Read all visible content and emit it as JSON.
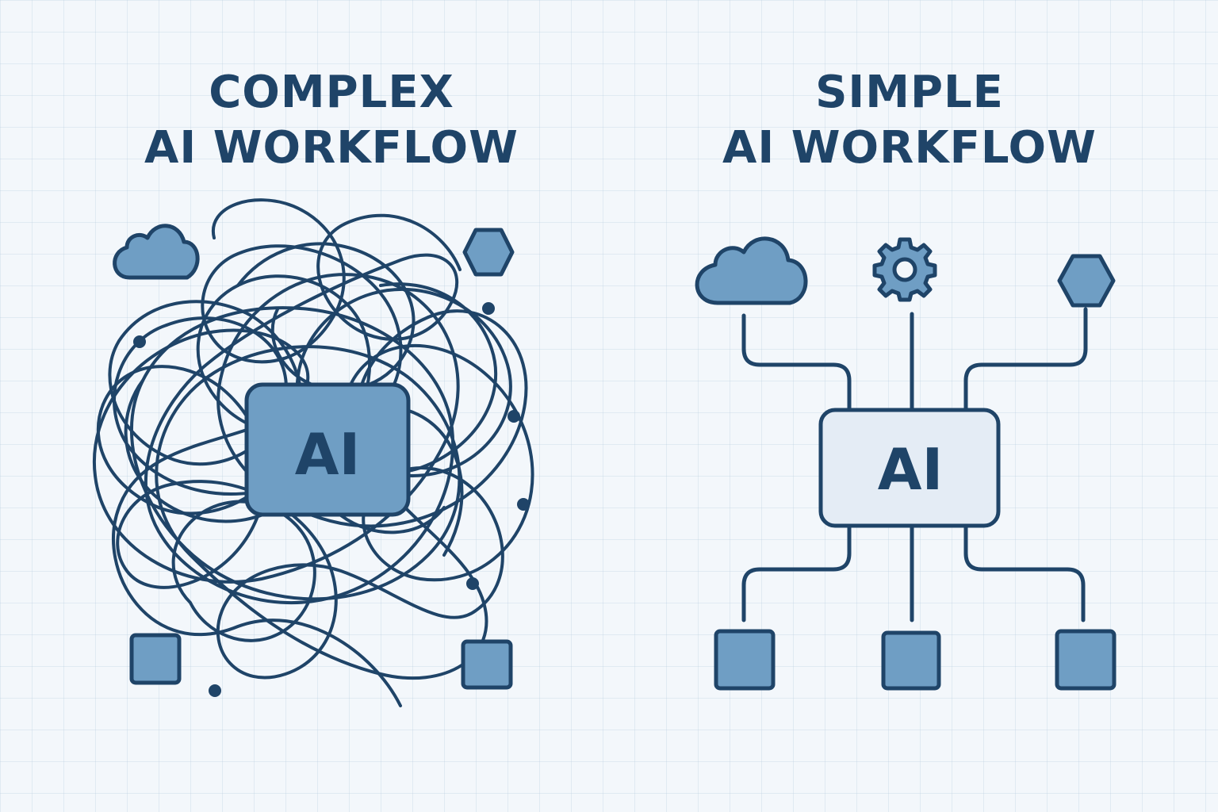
{
  "complex": {
    "title_line1": "COMPLEX",
    "title_line2": "AI WORKFLOW",
    "center_label": "AI",
    "icons": [
      "cloud-icon",
      "hexagon-icon",
      "square-icon",
      "square-icon"
    ]
  },
  "simple": {
    "title_line1": "SIMPLE",
    "title_line2": "AI WORKFLOW",
    "center_label": "AI",
    "inputs": [
      "cloud-icon",
      "gear-icon",
      "hexagon-icon"
    ],
    "outputs": [
      "square-icon",
      "square-icon",
      "square-icon"
    ]
  },
  "colors": {
    "background": "#f3f7fb",
    "stroke": "#1f4468",
    "fill_blue": "#6f9ec4",
    "fill_light": "#e4ecf5"
  }
}
